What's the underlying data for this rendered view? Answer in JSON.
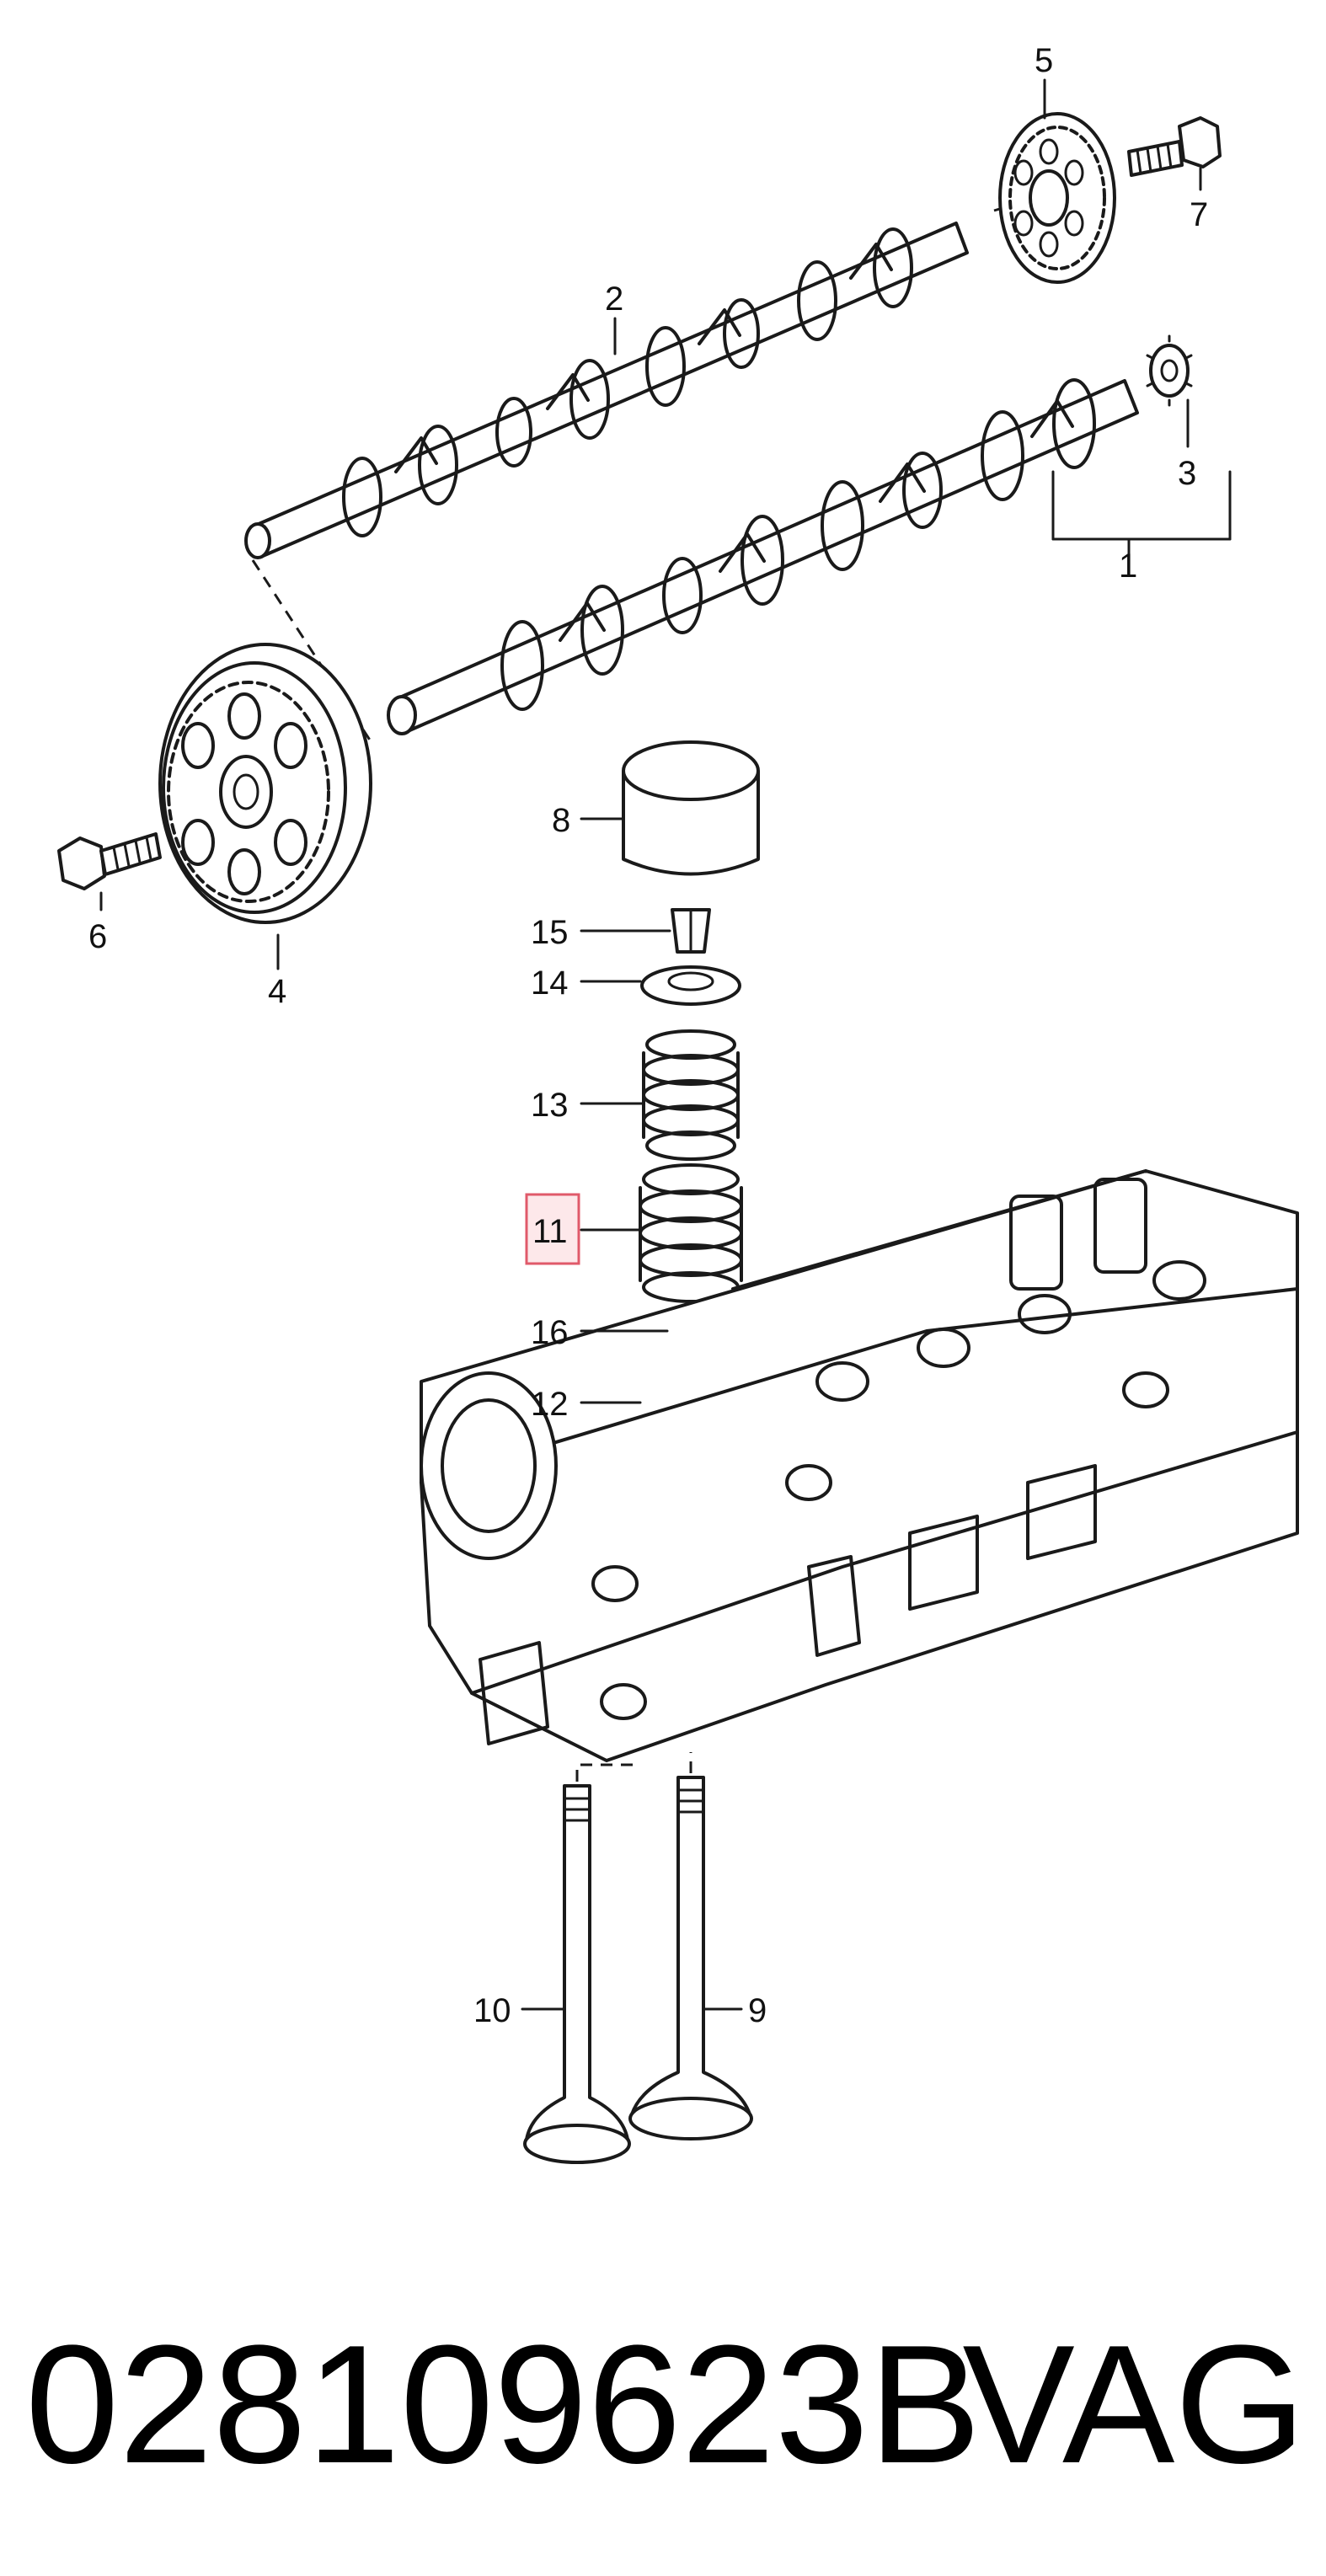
{
  "callouts": {
    "c1": "1",
    "c2": "2",
    "c3": "3",
    "c4": "4",
    "c5": "5",
    "c6": "6",
    "c7": "7",
    "c8": "8",
    "c9": "9",
    "c10": "10",
    "c11": "11",
    "c12": "12",
    "c13": "13",
    "c14": "14",
    "c15": "15",
    "c16": "16"
  },
  "highlight_color": "#e05a6a",
  "highlight_fill": "#fde8ea",
  "footer": {
    "part_number": "028109623B",
    "brand": "VAG"
  }
}
